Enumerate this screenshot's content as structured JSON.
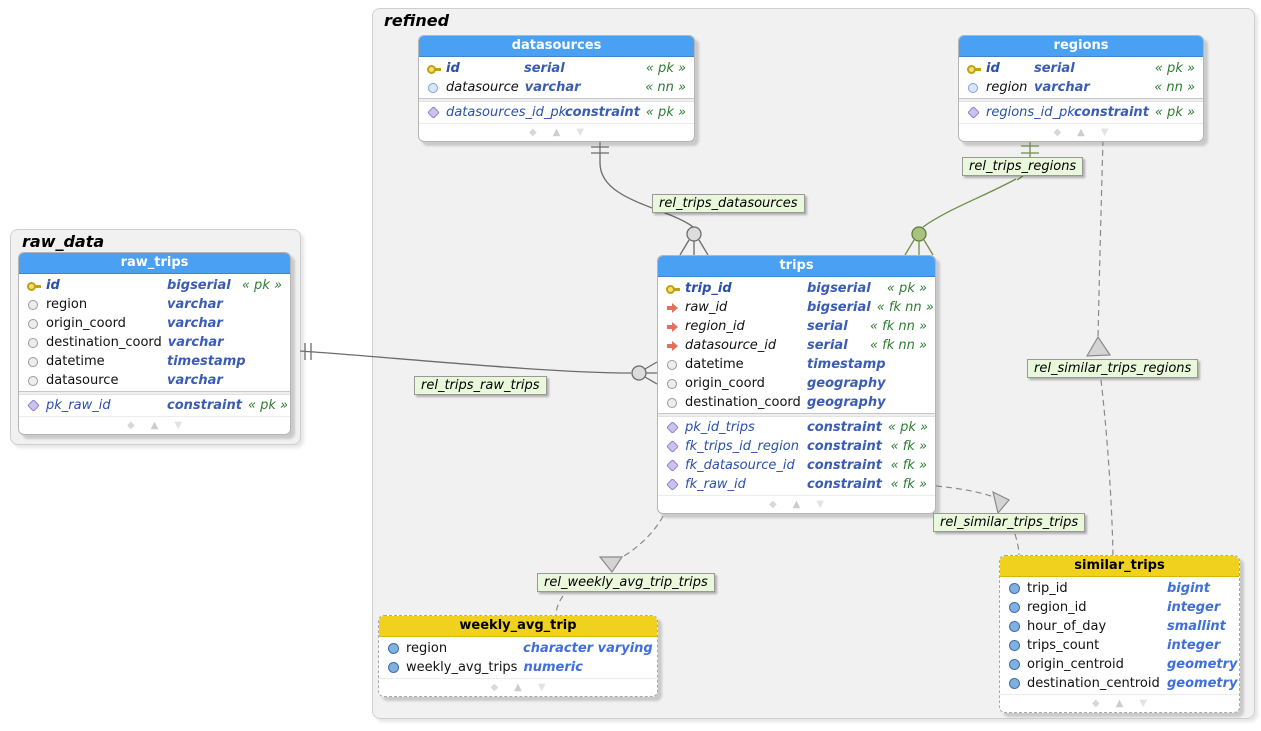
{
  "schemas": {
    "raw_data": {
      "label": "raw_data"
    },
    "refined": {
      "label": "refined"
    }
  },
  "entities": {
    "raw_trips": {
      "title": "raw_trips",
      "columns": [
        {
          "icon": "primary-key-icon",
          "name": "id",
          "type": "bigserial",
          "flag": "« pk »"
        },
        {
          "icon": "column-icon",
          "name": "region",
          "type": "varchar"
        },
        {
          "icon": "column-icon",
          "name": "origin_coord",
          "type": "varchar"
        },
        {
          "icon": "column-icon",
          "name": "destination_coord",
          "type": "varchar"
        },
        {
          "icon": "column-icon",
          "name": "datetime",
          "type": "timestamp"
        },
        {
          "icon": "column-icon",
          "name": "datasource",
          "type": "varchar"
        }
      ],
      "constraints": [
        {
          "icon": "constraint-icon",
          "name": "pk_raw_id",
          "type": "constraint",
          "flag": "« pk »"
        }
      ]
    },
    "datasources": {
      "title": "datasources",
      "columns": [
        {
          "icon": "primary-key-icon",
          "name": "id",
          "type": "serial",
          "flag": "« pk »"
        },
        {
          "icon": "notnull-column-icon",
          "name": "datasource",
          "type": "varchar",
          "flag": "« nn »"
        }
      ],
      "constraints": [
        {
          "icon": "constraint-icon",
          "name": "datasources_id_pk",
          "type": "constraint",
          "flag": "« pk »"
        }
      ]
    },
    "regions": {
      "title": "regions",
      "columns": [
        {
          "icon": "primary-key-icon",
          "name": "id",
          "type": "serial",
          "flag": "« pk »"
        },
        {
          "icon": "notnull-column-icon",
          "name": "region",
          "type": "varchar",
          "flag": "« nn »"
        }
      ],
      "constraints": [
        {
          "icon": "constraint-icon",
          "name": "regions_id_pk",
          "type": "constraint",
          "flag": "« pk »"
        }
      ]
    },
    "trips": {
      "title": "trips",
      "columns": [
        {
          "icon": "primary-key-icon",
          "name": "trip_id",
          "type": "bigserial",
          "flag": "« pk »"
        },
        {
          "icon": "foreign-key-icon",
          "name": "raw_id",
          "type": "bigserial",
          "flag": "« fk nn »"
        },
        {
          "icon": "foreign-key-icon",
          "name": "region_id",
          "type": "serial",
          "flag": "« fk nn »"
        },
        {
          "icon": "foreign-key-icon",
          "name": "datasource_id",
          "type": "serial",
          "flag": "« fk nn »"
        },
        {
          "icon": "column-icon",
          "name": "datetime",
          "type": "timestamp"
        },
        {
          "icon": "column-icon",
          "name": "origin_coord",
          "type": "geography"
        },
        {
          "icon": "column-icon",
          "name": "destination_coord",
          "type": "geography"
        }
      ],
      "constraints": [
        {
          "icon": "constraint-icon",
          "name": "pk_id_trips",
          "type": "constraint",
          "flag": "« pk »"
        },
        {
          "icon": "constraint-icon",
          "name": "fk_trips_id_region",
          "type": "constraint",
          "flag": "« fk »"
        },
        {
          "icon": "constraint-icon",
          "name": "fk_datasource_id",
          "type": "constraint",
          "flag": "« fk »"
        },
        {
          "icon": "constraint-icon",
          "name": "fk_raw_id",
          "type": "constraint",
          "flag": "« fk »"
        }
      ]
    },
    "weekly_avg_trip": {
      "title": "weekly_avg_trip",
      "columns": [
        {
          "icon": "view-column-icon",
          "name": "region",
          "type": "character varying"
        },
        {
          "icon": "view-column-icon",
          "name": "weekly_avg_trips",
          "type": "numeric"
        }
      ]
    },
    "similar_trips": {
      "title": "similar_trips",
      "columns": [
        {
          "icon": "view-column-icon",
          "name": "trip_id",
          "type": "bigint"
        },
        {
          "icon": "view-column-icon",
          "name": "region_id",
          "type": "integer"
        },
        {
          "icon": "view-column-icon",
          "name": "hour_of_day",
          "type": "smallint"
        },
        {
          "icon": "view-column-icon",
          "name": "trips_count",
          "type": "integer"
        },
        {
          "icon": "view-column-icon",
          "name": "origin_centroid",
          "type": "geometry"
        },
        {
          "icon": "view-column-icon",
          "name": "destination_centroid",
          "type": "geometry"
        }
      ]
    }
  },
  "relationships": {
    "rel_trips_datasources": {
      "label": "rel_trips_datasources"
    },
    "rel_trips_regions": {
      "label": "rel_trips_regions"
    },
    "rel_trips_raw_trips": {
      "label": "rel_trips_raw_trips"
    },
    "rel_similar_trips_regions": {
      "label": "rel_similar_trips_regions"
    },
    "rel_similar_trips_trips": {
      "label": "rel_similar_trips_trips"
    },
    "rel_weekly_avg_trip_trips": {
      "label": "rel_weekly_avg_trip_trips"
    }
  },
  "icons": {
    "primary-key-icon": "gold key",
    "foreign-key-icon": "red-orange right arrow",
    "column-icon": "gray circle",
    "notnull-column-icon": "light blue circle",
    "view-column-icon": "blue filled circle",
    "constraint-icon": "lavender diamond",
    "collapse-attribs-icon": "◆",
    "collapse-up-icon": "▲",
    "expand-down-icon": "▼"
  },
  "colors": {
    "table_header": "#4aa0f2",
    "view_header": "#efd11e",
    "type_text": "#3a5cb4",
    "pk_text": "#2a50ac",
    "flag_text": "#2e7d32",
    "relationship_line": "#6b6b6b",
    "relationship_line_green": "#6e8e44",
    "label_background": "#e9f8da",
    "schema_background": "#f1f1f1"
  }
}
